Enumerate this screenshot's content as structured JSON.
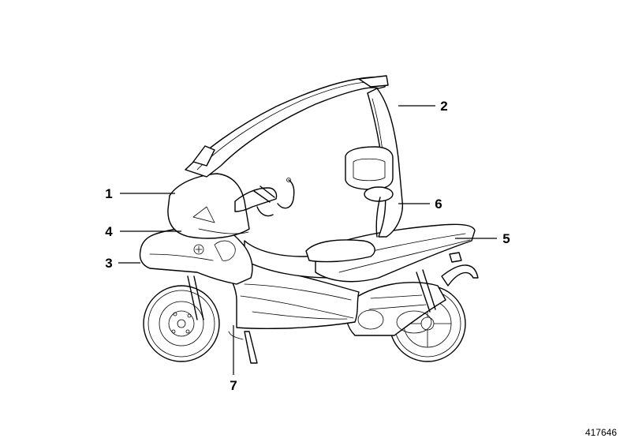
{
  "callouts": [
    {
      "number": "1"
    },
    {
      "number": "2"
    },
    {
      "number": "3"
    },
    {
      "number": "4"
    },
    {
      "number": "5"
    },
    {
      "number": "6"
    },
    {
      "number": "7"
    }
  ],
  "reference_number": "417646"
}
